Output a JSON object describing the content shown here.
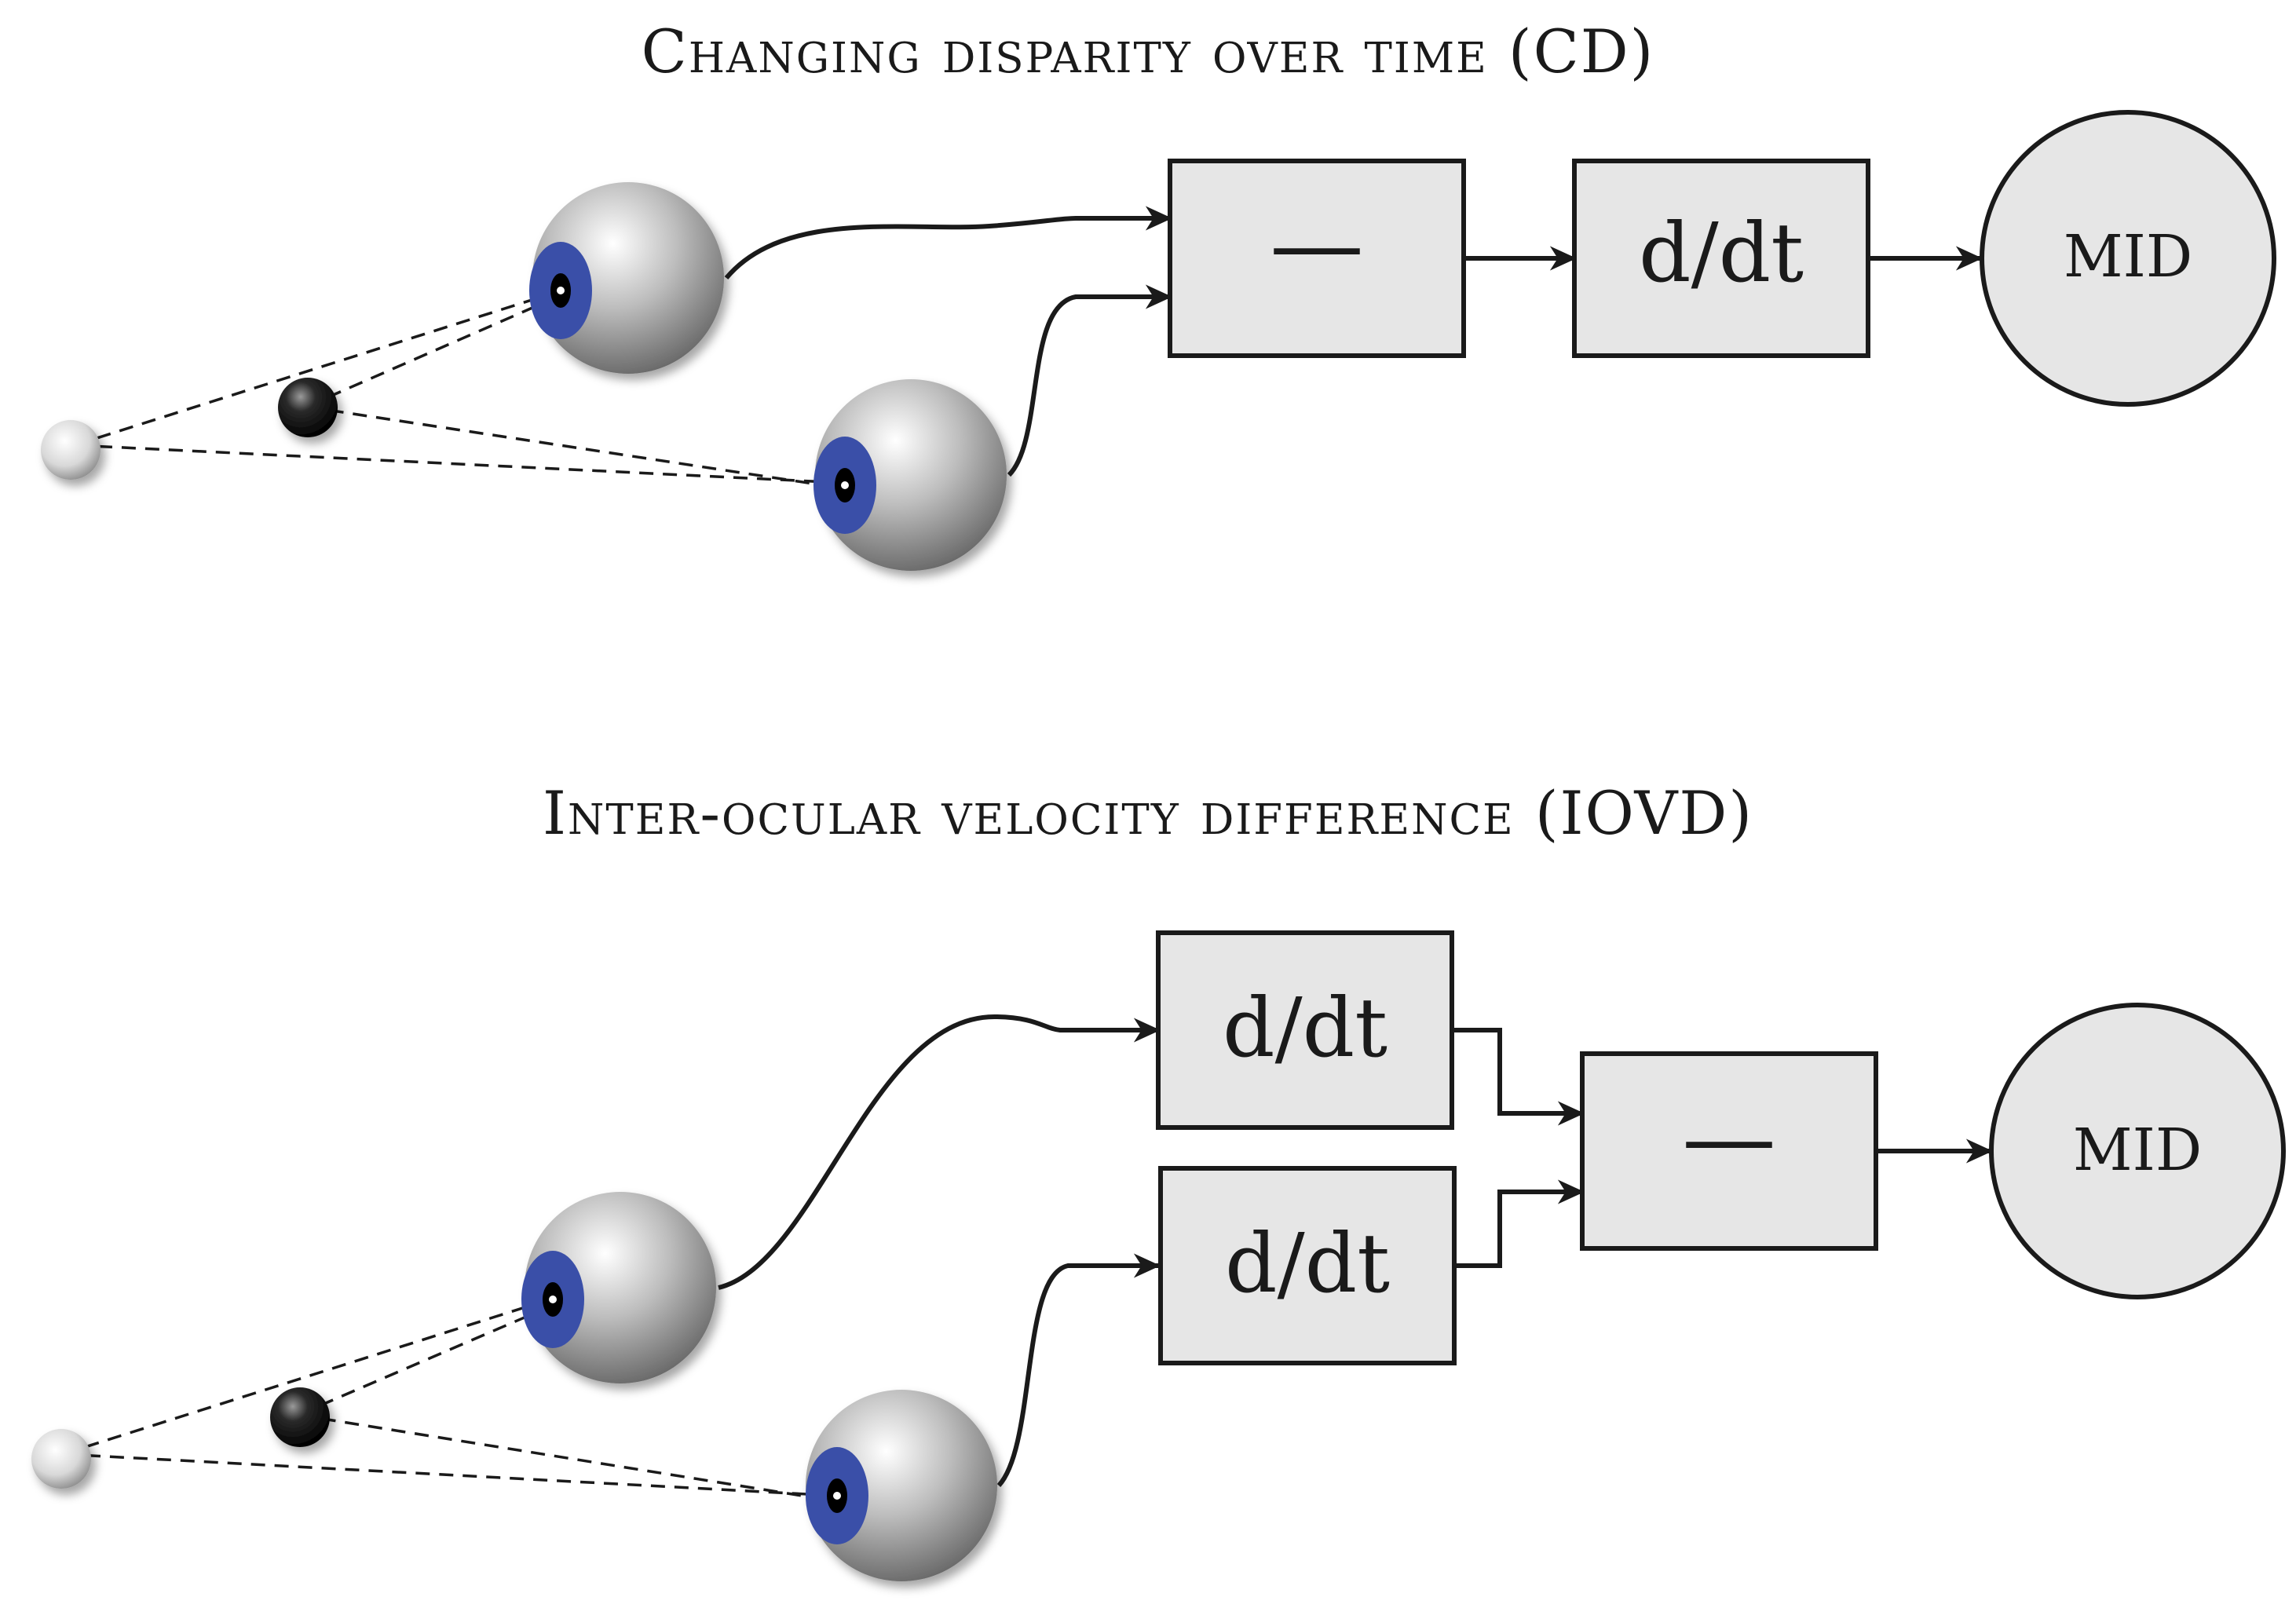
{
  "panels": [
    {
      "id": "cd",
      "title": "Changing disparity over time (CD)",
      "stage1": [
        "—"
      ],
      "stage2": "d/dt",
      "output": "MID"
    },
    {
      "id": "iovd",
      "title": "Inter-ocular velocity difference (IOVD)",
      "stage1": [
        "d/dt",
        "d/dt"
      ],
      "stage2": "—",
      "output": "MID"
    }
  ],
  "icons": {
    "eye": "eyeball-icon",
    "near_target": "near-sphere-icon",
    "far_target": "far-sphere-icon"
  },
  "colors": {
    "iris": "#3a4fa8",
    "box_fill": "#e6e6e6",
    "stroke": "#1a1a1a"
  }
}
